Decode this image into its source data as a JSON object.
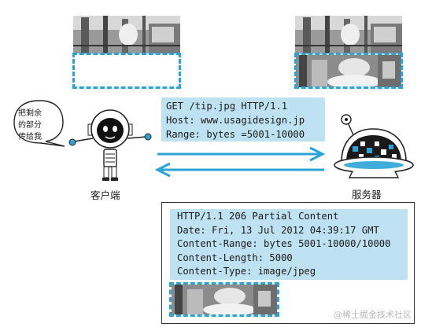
{
  "request": {
    "lines": [
      "GET /tip.jpg HTTP/1.1",
      "Host: www.usagidesign.jp",
      "Range: bytes =5001-10000"
    ]
  },
  "response": {
    "lines": [
      "HTTP/1.1 206 Partial Content",
      "Date: Fri, 13 Jul 2012 04:39:17 GMT",
      "Content-Range: bytes 5001-10000/10000",
      "Content-Length: 5000",
      "Content-Type: image/jpeg"
    ]
  },
  "client": {
    "label": "客户端",
    "speech": [
      "把剩余",
      "的部分",
      "传给我"
    ]
  },
  "server": {
    "label": "服务器"
  },
  "watermark": "@稀土掘金技术社区",
  "colors": {
    "accent": "#2aa3d6",
    "highlight": "#bfe2f3"
  }
}
